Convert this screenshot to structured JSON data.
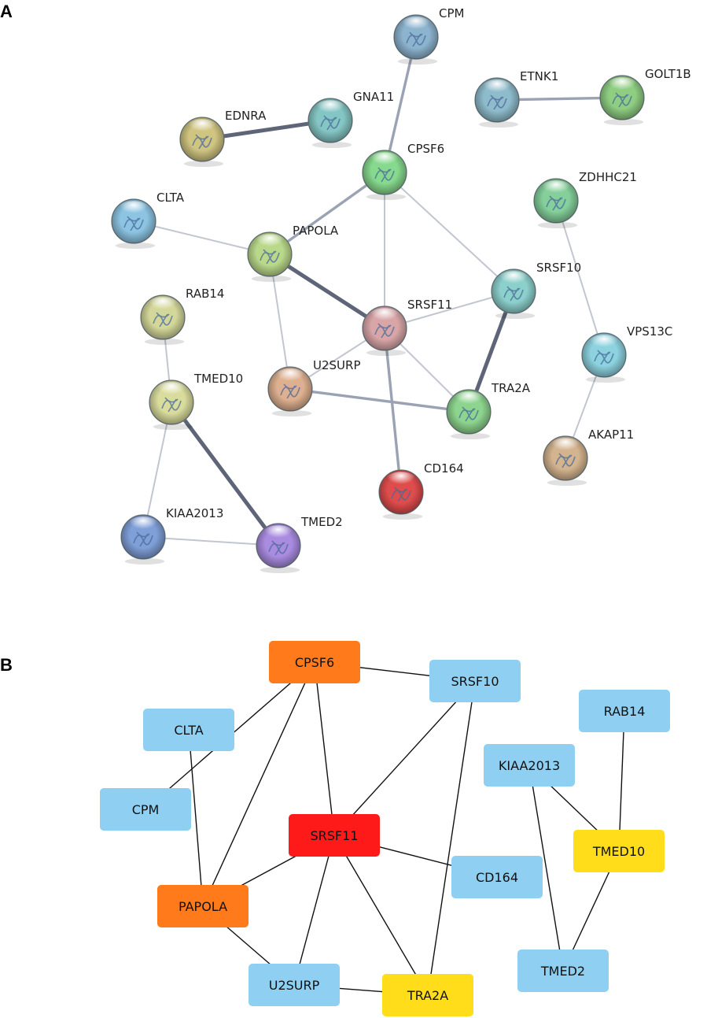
{
  "panel_a": {
    "label": "A",
    "nodes": [
      {
        "id": "CPM",
        "color": "#8db4cf"
      },
      {
        "id": "ETNK1",
        "color": "#8fbccc"
      },
      {
        "id": "GOLT1B",
        "color": "#8fce82"
      },
      {
        "id": "EDNRA",
        "color": "#cfc480"
      },
      {
        "id": "GNA11",
        "color": "#84c6c4"
      },
      {
        "id": "CPSF6",
        "color": "#86d98d"
      },
      {
        "id": "ZDHHC21",
        "color": "#84cf9a"
      },
      {
        "id": "CLTA",
        "color": "#8cc4e2"
      },
      {
        "id": "PAPOLA",
        "color": "#b9d88a"
      },
      {
        "id": "SRSF10",
        "color": "#8cd0cc"
      },
      {
        "id": "RAB14",
        "color": "#d4d79a"
      },
      {
        "id": "SRSF11",
        "color": "#d9a6a8"
      },
      {
        "id": "VPS13C",
        "color": "#8cd2df"
      },
      {
        "id": "U2SURP",
        "color": "#deb08f"
      },
      {
        "id": "TMED10",
        "color": "#d9dc9d"
      },
      {
        "id": "TRA2A",
        "color": "#8dd48e"
      },
      {
        "id": "AKAP11",
        "color": "#d4b48f"
      },
      {
        "id": "CD164",
        "color": "#df4c4c"
      },
      {
        "id": "KIAA2013",
        "color": "#7f9fd8"
      },
      {
        "id": "TMED2",
        "color": "#a98be0"
      }
    ],
    "edges": [
      {
        "source": "EDNRA",
        "target": "GNA11",
        "weight": "strong"
      },
      {
        "source": "CPM",
        "target": "CPSF6",
        "weight": "medium"
      },
      {
        "source": "ETNK1",
        "target": "GOLT1B",
        "weight": "medium"
      },
      {
        "source": "CPSF6",
        "target": "PAPOLA",
        "weight": "medium"
      },
      {
        "source": "CPSF6",
        "target": "SRSF11",
        "weight": "light"
      },
      {
        "source": "CPSF6",
        "target": "SRSF10",
        "weight": "light"
      },
      {
        "source": "CLTA",
        "target": "PAPOLA",
        "weight": "light"
      },
      {
        "source": "PAPOLA",
        "target": "SRSF11",
        "weight": "strong"
      },
      {
        "source": "PAPOLA",
        "target": "U2SURP",
        "weight": "light"
      },
      {
        "source": "SRSF11",
        "target": "SRSF10",
        "weight": "light"
      },
      {
        "source": "SRSF11",
        "target": "U2SURP",
        "weight": "light"
      },
      {
        "source": "SRSF11",
        "target": "TRA2A",
        "weight": "light"
      },
      {
        "source": "SRSF11",
        "target": "CD164",
        "weight": "medium"
      },
      {
        "source": "SRSF10",
        "target": "TRA2A",
        "weight": "strong"
      },
      {
        "source": "U2SURP",
        "target": "TRA2A",
        "weight": "medium"
      },
      {
        "source": "ZDHHC21",
        "target": "VPS13C",
        "weight": "light"
      },
      {
        "source": "VPS13C",
        "target": "AKAP11",
        "weight": "light"
      },
      {
        "source": "RAB14",
        "target": "TMED10",
        "weight": "light"
      },
      {
        "source": "TMED10",
        "target": "TMED2",
        "weight": "strong"
      },
      {
        "source": "TMED10",
        "target": "KIAA2013",
        "weight": "light"
      },
      {
        "source": "KIAA2013",
        "target": "TMED2",
        "weight": "light"
      }
    ]
  },
  "panel_b": {
    "label": "B",
    "colors": {
      "hub": "#ff1a1a",
      "high": "#ff7a1a",
      "mid": "#ffdd1a",
      "low": "#8fd0f2"
    },
    "nodes": [
      {
        "id": "CPSF6",
        "level": "high"
      },
      {
        "id": "SRSF10",
        "level": "low"
      },
      {
        "id": "CLTA",
        "level": "low"
      },
      {
        "id": "RAB14",
        "level": "low"
      },
      {
        "id": "KIAA2013",
        "level": "low"
      },
      {
        "id": "CPM",
        "level": "low"
      },
      {
        "id": "SRSF11",
        "level": "hub"
      },
      {
        "id": "TMED10",
        "level": "mid"
      },
      {
        "id": "CD164",
        "level": "low"
      },
      {
        "id": "PAPOLA",
        "level": "high"
      },
      {
        "id": "TMED2",
        "level": "low"
      },
      {
        "id": "U2SURP",
        "level": "low"
      },
      {
        "id": "TRA2A",
        "level": "mid"
      }
    ],
    "edges": [
      {
        "source": "CPSF6",
        "target": "SRSF10"
      },
      {
        "source": "CPSF6",
        "target": "CPM"
      },
      {
        "source": "CPSF6",
        "target": "PAPOLA"
      },
      {
        "source": "CPSF6",
        "target": "SRSF11"
      },
      {
        "source": "CLTA",
        "target": "PAPOLA"
      },
      {
        "source": "SRSF10",
        "target": "SRSF11"
      },
      {
        "source": "SRSF10",
        "target": "TRA2A"
      },
      {
        "source": "SRSF11",
        "target": "PAPOLA"
      },
      {
        "source": "SRSF11",
        "target": "CD164"
      },
      {
        "source": "SRSF11",
        "target": "U2SURP"
      },
      {
        "source": "SRSF11",
        "target": "TRA2A"
      },
      {
        "source": "PAPOLA",
        "target": "U2SURP"
      },
      {
        "source": "U2SURP",
        "target": "TRA2A"
      },
      {
        "source": "RAB14",
        "target": "TMED10"
      },
      {
        "source": "KIAA2013",
        "target": "TMED10"
      },
      {
        "source": "KIAA2013",
        "target": "TMED2"
      },
      {
        "source": "TMED10",
        "target": "TMED2"
      }
    ]
  }
}
